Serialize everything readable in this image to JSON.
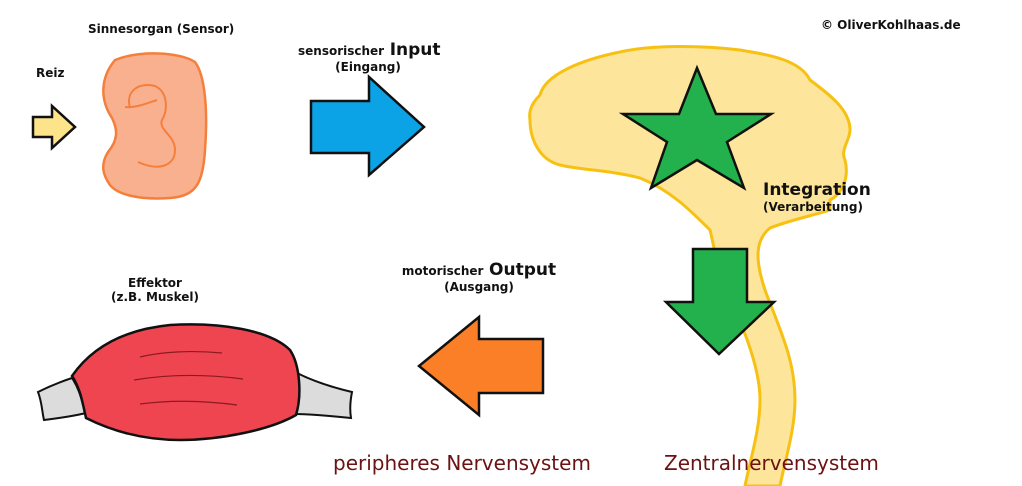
{
  "copyright": "© OliverKohlhaas.de",
  "stimulus": {
    "label": "Reiz"
  },
  "sensor": {
    "label": "Sinnesorgan (Sensor)"
  },
  "input": {
    "prefix": "sensorischer",
    "keyword": "Input",
    "sub": "(Eingang)"
  },
  "integration": {
    "label": "Integration",
    "sub": "(Verarbeitung)"
  },
  "output": {
    "prefix": "motorischer",
    "keyword": "Output",
    "sub": "(Ausgang)"
  },
  "effector": {
    "label": "Effektor",
    "sub": "(z.B. Muskel)"
  },
  "regions": {
    "peripheral": "peripheres Nervensystem",
    "central": "Zentralnervensystem"
  },
  "colors": {
    "stimulus_arrow": "#fde38a",
    "ear": "#f9b08f",
    "ear_outline": "#f47f3c",
    "input_arrow": "#0ba2e6",
    "brain": "#fde59b",
    "brain_outline": "#f7c114",
    "star": "#22b14c",
    "output_arrow": "#fb7f26",
    "muscle": "#ef4550",
    "tendon": "#dcdcdc",
    "region_text": "#6b1212"
  }
}
